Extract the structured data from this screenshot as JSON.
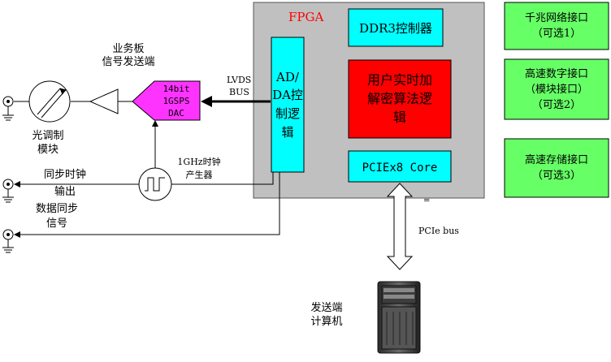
{
  "fpga": {
    "title": "FPGA",
    "ad_da": [
      "AD/",
      "DA控",
      "制逻",
      "辑"
    ],
    "ddr3": "DDR3控制器",
    "crypto": [
      "用户实时加",
      "解密算法逻",
      "辑"
    ],
    "pcie_core": "PCIEx8 Core"
  },
  "interfaces": {
    "gige": [
      "千兆网络接口",
      "（可选1）"
    ],
    "digital": [
      "高速数字接口",
      "（模块接口）",
      "（可选2）"
    ],
    "storage": [
      "高速存储接口",
      "（可选3）"
    ]
  },
  "dac": [
    "14bit",
    "1GSPS",
    "DAC"
  ],
  "lvds": [
    "LVDS",
    "BUS"
  ],
  "board_label": [
    "业务板",
    "信号发送端"
  ],
  "optical": [
    "光调制",
    "模块"
  ],
  "clock": [
    "1GHz时钟",
    "产生器"
  ],
  "sync_clock": [
    "同步时钟",
    "输出"
  ],
  "data_sync": [
    "数据同步",
    "信号"
  ],
  "pcie_bus": "PCIe bus",
  "equals_mark": "=",
  "computer": [
    "发送端",
    "计算机"
  ],
  "colors": {
    "fpga_bg": "#c0c0c0",
    "cyan": "#00ffff",
    "red": "#ff0000",
    "green": "#66ff66",
    "magenta": "#ff33ff"
  }
}
